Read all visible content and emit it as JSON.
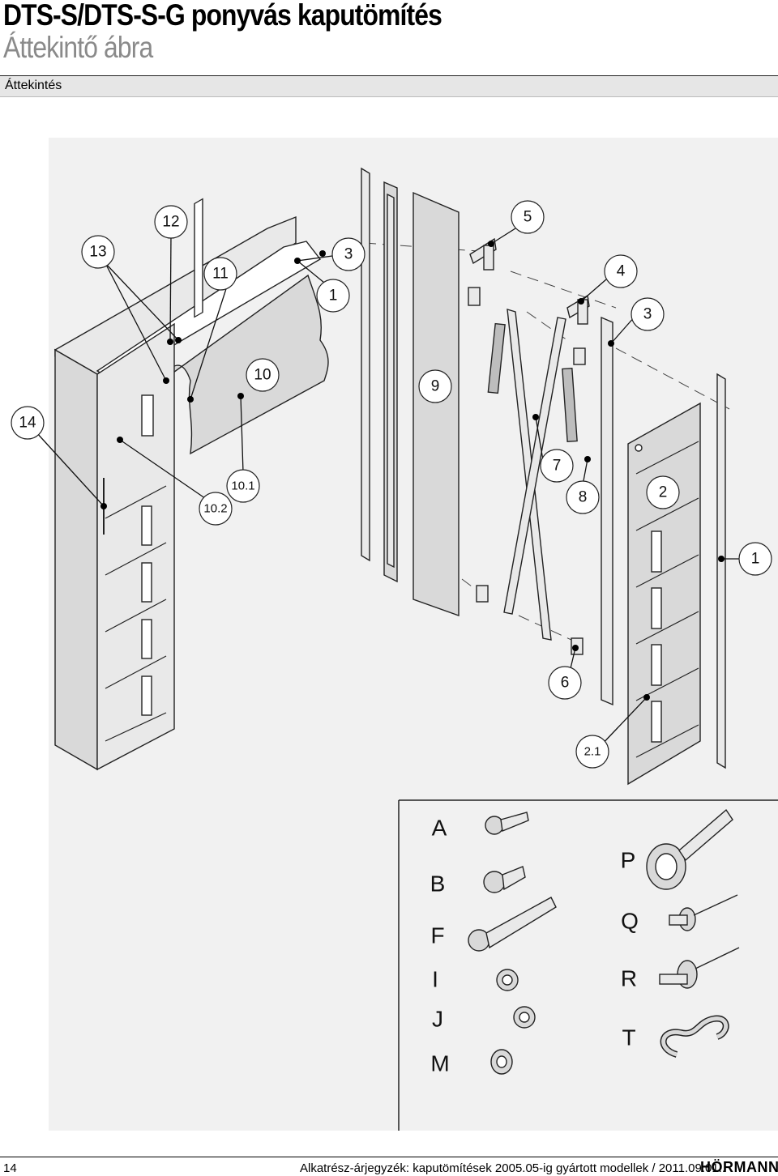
{
  "header": {
    "title": "DTS-S/DTS-S-G ponyvás kaputömítés",
    "subtitle": "Áttekintő ábra",
    "section": "Áttekintés"
  },
  "callouts": {
    "c1a": "1",
    "c1b": "1",
    "c2": "2",
    "c2_1": "2.1",
    "c3a": "3",
    "c3b": "3",
    "c4": "4",
    "c5": "5",
    "c6": "6",
    "c7": "7",
    "c8": "8",
    "c9": "9",
    "c10": "10",
    "c10_1": "10.1",
    "c10_2": "10.2",
    "c11": "11",
    "c12": "12",
    "c13": "13",
    "c14": "14"
  },
  "hardware": {
    "A": "A",
    "B": "B",
    "F": "F",
    "I": "I",
    "J": "J",
    "M": "M",
    "P": "P",
    "Q": "Q",
    "R": "R",
    "T": "T"
  },
  "footer": {
    "page": "14",
    "text": "Alkatrész-árjegyzék: kaputömítések 2005.05-ig gyártott modellek / 2011.09.01..",
    "logo": "HÖRMANN"
  }
}
